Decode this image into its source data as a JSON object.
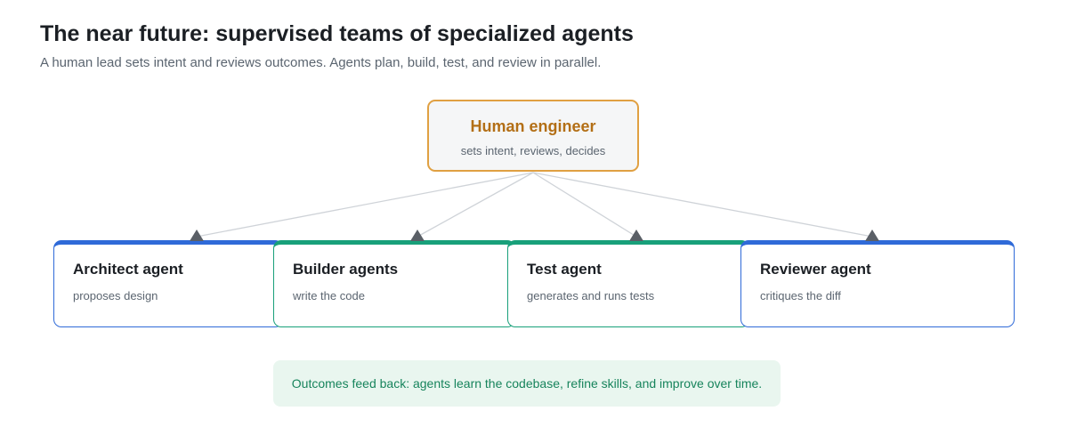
{
  "header": {
    "title": "The near future: supervised teams of specialized agents",
    "subtitle": "A human lead sets intent and reviews outcomes. Agents plan, build, test, and review in parallel."
  },
  "human": {
    "title": "Human engineer",
    "subtitle": "sets intent, reviews, decides"
  },
  "agents": [
    {
      "title": "Architect agent",
      "subtitle": "proposes design",
      "color": "#2f6ad8"
    },
    {
      "title": "Builder agents",
      "subtitle": "write the code",
      "color": "#18a07a"
    },
    {
      "title": "Test agent",
      "subtitle": "generates and runs tests",
      "color": "#18a07a"
    },
    {
      "title": "Reviewer agent",
      "subtitle": "critiques the diff",
      "color": "#2f6ad8"
    }
  ],
  "feedback": {
    "text": "Outcomes feed back: agents learn the codebase, refine skills, and improve over time."
  },
  "colors": {
    "human_border": "#e0a042",
    "human_title": "#b36f16",
    "blue_accent": "#2f6ad8",
    "green_accent": "#18a07a",
    "connector": "#cfd3d8",
    "arrowhead": "#5a5f66",
    "feedback_bg": "#e9f6ef",
    "feedback_text": "#17845c"
  }
}
